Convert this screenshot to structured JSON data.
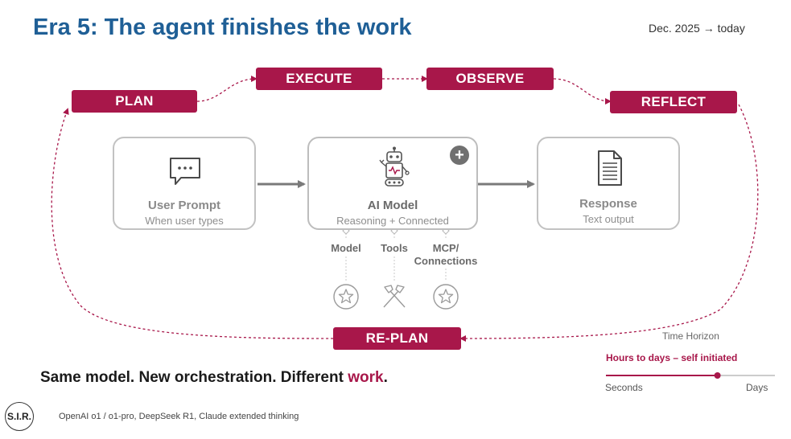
{
  "header": {
    "title": "Era 5: The agent finishes the work",
    "date_range": "Dec. 2025 → today"
  },
  "loop_stages": {
    "plan": "PLAN",
    "execute": "EXECUTE",
    "observe": "OBSERVE",
    "reflect": "REFLECT",
    "replan": "RE-PLAN"
  },
  "flow": {
    "input": {
      "title": "User Prompt",
      "subtitle": "When user types",
      "icon": "chat-bubble-icon"
    },
    "model": {
      "title": "AI Model",
      "subtitle": "Reasoning + Connected",
      "icon": "robot-icon",
      "badge": "+"
    },
    "output": {
      "title": "Response",
      "subtitle": "Text output",
      "icon": "document-icon"
    }
  },
  "components": [
    {
      "label": "Model",
      "icon": "star-circle-icon"
    },
    {
      "label": "Tools",
      "icon": "hammers-icon"
    },
    {
      "label": "MCP/\nConnections",
      "icon": "star-circle-icon"
    }
  ],
  "tagline": {
    "prefix": "Same model. New orchestration. Different ",
    "highlight": "work",
    "suffix": "."
  },
  "time_horizon": {
    "title": "Time Horizon",
    "label": "Hours to days – self initiated",
    "min_label": "Seconds",
    "max_label": "Days",
    "marker_position": 0.66
  },
  "footer": {
    "logo": "S.I.R.",
    "note": "OpenAI o1 / o1-pro, DeepSeek R1, Claude extended thinking"
  },
  "colors": {
    "accent": "#a8174a",
    "title_blue": "#1f5f96",
    "box_border": "#c2c2c2",
    "muted_text": "#8a8a8a"
  }
}
